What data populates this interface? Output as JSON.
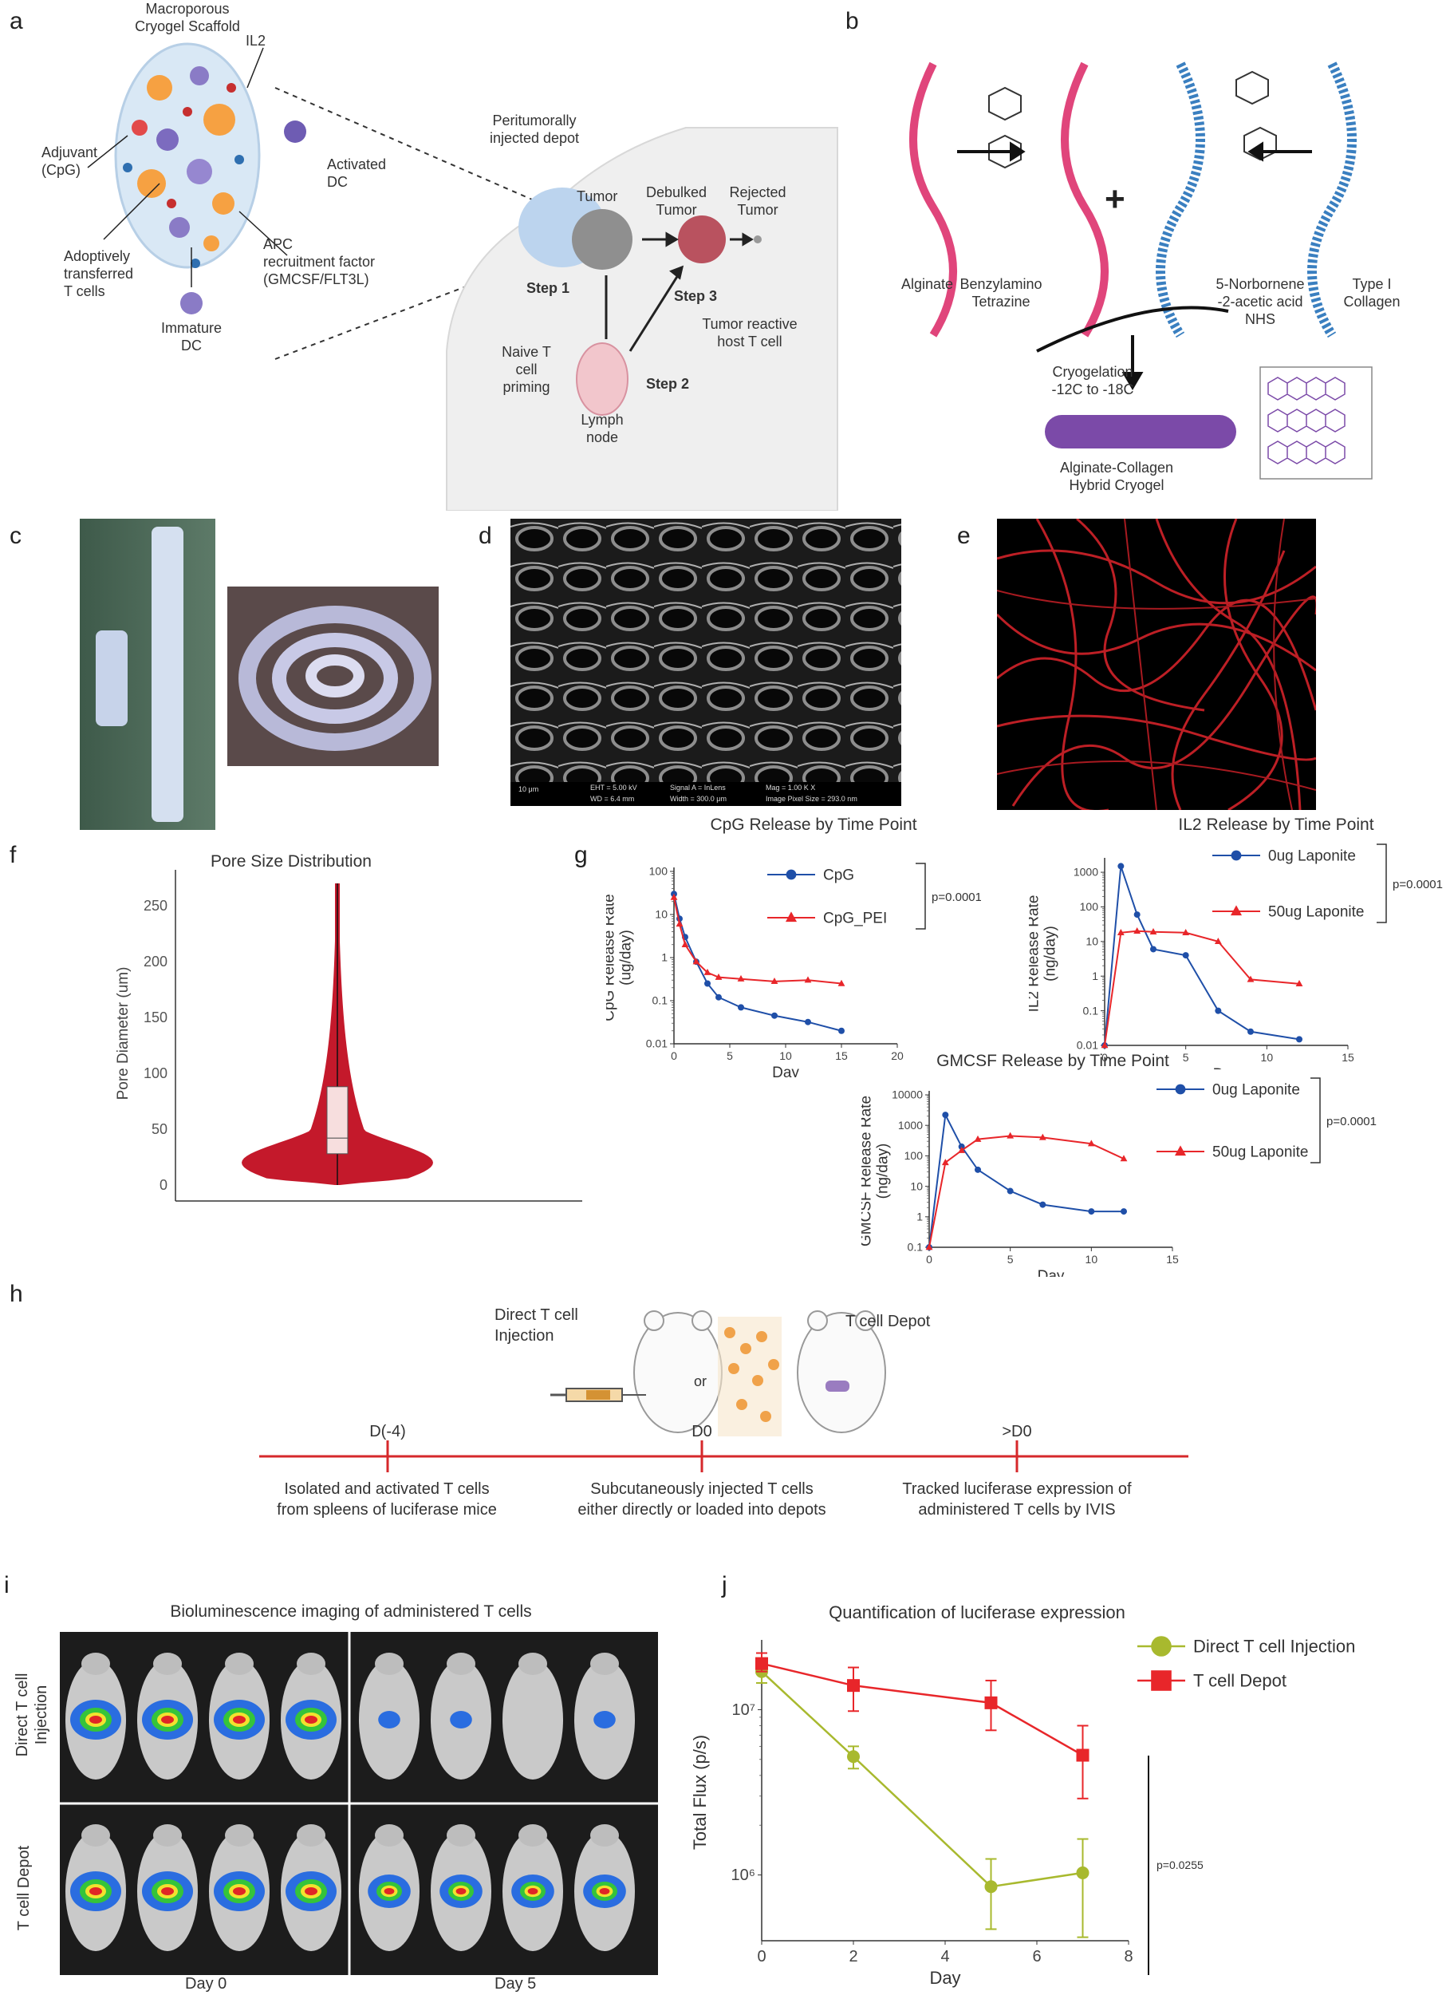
{
  "panels": {
    "a": "a",
    "b": "b",
    "c": "c",
    "d": "d",
    "e": "e",
    "f": "f",
    "g": "g",
    "h": "h",
    "i": "i",
    "j": "j"
  },
  "panel_a": {
    "scaffold": "Macroporous\nCryogel Scaffold",
    "il2": "IL2",
    "adjuvant": "Adjuvant\n(CpG)",
    "activated_dc": "Activated\nDC",
    "t_cells": "Adoptively\ntransferred\nT cells",
    "apc": "APC\nrecruitment factor\n(GMCSF/FLT3L)",
    "immature_dc": "Immature\nDC",
    "depot": "Peritumorally\ninjected depot",
    "tumor": "Tumor",
    "debulked": "Debulked\nTumor",
    "rejected": "Rejected\nTumor",
    "step1": "Step 1",
    "step2": "Step 2",
    "step3": "Step 3",
    "naive": "Naive T\ncell\npriming",
    "reactive": "Tumor reactive\nhost T cell",
    "lymph": "Lymph\nnode"
  },
  "panel_b": {
    "alginate": "Alginate",
    "tetrazine": "Benzylamino\nTetrazine",
    "norbornene": "5-Norbornene\n-2-acetic acid\nNHS",
    "collagen": "Type I\nCollagen",
    "plus": "+",
    "cryo": "Cryogelation\n-12C to -18C",
    "hybrid": "Alginate-Collagen\nHybrid Cryogel"
  },
  "panel_d": {
    "scale": "10 μm",
    "meta": [
      "EHT = 5.00 kV",
      "WD = 6.4 mm",
      "Signal A = InLens",
      "Width = 300.0 μm",
      "Mag = 1.00 K X",
      "Image Pixel Size = 293.0 nm"
    ]
  },
  "colors": {
    "blue": "#1f4fa8",
    "red": "#e8262a",
    "green": "#a8b92e",
    "violin": "#c4192b",
    "timeline": "#d6282b"
  },
  "panel_h": {
    "left_label": "Direct T cell\nInjection",
    "right_label": "T cell Depot",
    "or": "or",
    "times": [
      "D(-4)",
      "D0",
      ">D0"
    ],
    "desc": [
      "Isolated and activated T cells\nfrom spleens of luciferase mice",
      "Subcutaneously injected T cells\neither directly or loaded into depots",
      "Tracked luciferase expression of\nadministered T cells by IVIS"
    ]
  },
  "panel_i": {
    "title": "Bioluminescence imaging of administered T cells",
    "row1": "Direct T cell\nInjection",
    "row2": "T cell Depot",
    "day0": "Day 0",
    "day5": "Day 5"
  },
  "chart_data": [
    {
      "id": "f",
      "type": "violin",
      "title": "Pore Size Distribution",
      "ylabel": "Pore Diameter (um)",
      "xlabel": "",
      "ylim": [
        0,
        275
      ],
      "yticks": [
        0,
        50,
        100,
        150,
        200,
        250
      ],
      "box": {
        "q1": 28,
        "median": 42,
        "q3": 88,
        "min": 0,
        "max": 270
      }
    },
    {
      "id": "g1",
      "type": "line",
      "title": "CpG Release by Time Point",
      "xlabel": "Day",
      "ylabel": "CpG Release Rate\n(ug/day)",
      "yscale": "log",
      "xlim": [
        0,
        20
      ],
      "ylim": [
        0.01,
        100
      ],
      "xticks": [
        0,
        5,
        10,
        15,
        20
      ],
      "yticks": [
        0.01,
        0.1,
        1,
        10,
        100
      ],
      "ytick_labels": [
        "0.01",
        "0.1",
        "1",
        "10",
        "100"
      ],
      "pvalue": "p=0.0001",
      "series": [
        {
          "name": "CpG",
          "color": "blue",
          "marker": "circle",
          "x": [
            0,
            0.5,
            1,
            2,
            3,
            4,
            6,
            9,
            12,
            15
          ],
          "y": [
            30,
            8,
            3,
            0.8,
            0.25,
            0.12,
            0.07,
            0.045,
            0.032,
            0.02
          ]
        },
        {
          "name": "CpG_PEI",
          "color": "red",
          "marker": "triangle",
          "x": [
            0,
            0.5,
            1,
            2,
            3,
            4,
            6,
            9,
            12,
            15
          ],
          "y": [
            25,
            6,
            2,
            0.8,
            0.45,
            0.35,
            0.32,
            0.28,
            0.3,
            0.25
          ]
        }
      ]
    },
    {
      "id": "g2",
      "type": "line",
      "title": "IL2 Release by Time Point",
      "xlabel": "Day",
      "ylabel": "IL2  Release Rate\n(ng/day)",
      "yscale": "log",
      "xlim": [
        0,
        15
      ],
      "ylim": [
        0.01,
        2000
      ],
      "xticks": [
        0,
        5,
        10,
        15
      ],
      "yticks": [
        0.01,
        0.1,
        1,
        10,
        100,
        1000
      ],
      "ytick_labels": [
        "0.01",
        "0.1",
        "1",
        "10",
        "100",
        "1000"
      ],
      "pvalue": "p=0.0001",
      "series": [
        {
          "name": "0ug Laponite",
          "color": "blue",
          "marker": "circle",
          "x": [
            0,
            1,
            2,
            3,
            5,
            7,
            9,
            12
          ],
          "y": [
            0.01,
            1500,
            60,
            6,
            4,
            0.1,
            0.025,
            0.015
          ]
        },
        {
          "name": "50ug Laponite",
          "color": "red",
          "marker": "triangle",
          "x": [
            0,
            1,
            2,
            3,
            5,
            7,
            9,
            12
          ],
          "y": [
            0.01,
            18,
            20,
            19,
            18,
            10,
            0.8,
            0.6
          ]
        }
      ]
    },
    {
      "id": "g3",
      "type": "line",
      "title": "GMCSF Release by Time Point",
      "xlabel": "Day",
      "ylabel": "GMCSF Release Rate\n(ng/day)",
      "yscale": "log",
      "xlim": [
        0,
        15
      ],
      "ylim": [
        0.1,
        10000
      ],
      "xticks": [
        0,
        5,
        10,
        15
      ],
      "yticks": [
        0.1,
        1,
        10,
        100,
        1000,
        10000
      ],
      "ytick_labels": [
        "0.1",
        "1",
        "10",
        "100",
        "1000",
        "10000"
      ],
      "pvalue": "p=0.0001",
      "series": [
        {
          "name": "0ug Laponite",
          "color": "blue",
          "marker": "circle",
          "x": [
            0,
            1,
            2,
            3,
            5,
            7,
            10,
            12
          ],
          "y": [
            0.1,
            2200,
            200,
            35,
            7,
            2.5,
            1.5,
            1.5
          ]
        },
        {
          "name": "50ug Laponite",
          "color": "red",
          "marker": "triangle",
          "x": [
            0,
            1,
            2,
            3,
            5,
            7,
            10,
            12
          ],
          "y": [
            0.1,
            60,
            150,
            350,
            450,
            400,
            250,
            80
          ]
        }
      ]
    },
    {
      "id": "j",
      "type": "line",
      "title": "Quantification of luciferase expression",
      "xlabel": "Day",
      "ylabel": "Total Flux (p/s)",
      "yscale": "log",
      "xlim": [
        0,
        8
      ],
      "ylim": [
        400000,
        25000000
      ],
      "xticks": [
        0,
        2,
        4,
        6,
        8
      ],
      "yticks": [
        1000000,
        10000000
      ],
      "ytick_labels": [
        "10⁶",
        "10⁷"
      ],
      "pvalue": "p=0.0255",
      "series": [
        {
          "name": "Direct T cell Injection",
          "color": "green",
          "marker": "circle",
          "x": [
            0,
            2,
            5,
            7
          ],
          "y": [
            17000000,
            5200000,
            850000,
            1030000
          ],
          "err_low": [
            14500000,
            4400000,
            470000,
            420000
          ],
          "err_high": [
            20500000,
            6000000,
            1250000,
            1650000
          ]
        },
        {
          "name": "T cell Depot",
          "color": "red",
          "marker": "square",
          "x": [
            0,
            2,
            5,
            7
          ],
          "y": [
            19000000,
            14000000,
            11000000,
            5300000
          ],
          "err_low": [
            17000000,
            9800000,
            7500000,
            2900000
          ],
          "err_high": [
            22000000,
            18000000,
            15000000,
            8000000
          ]
        }
      ]
    }
  ]
}
